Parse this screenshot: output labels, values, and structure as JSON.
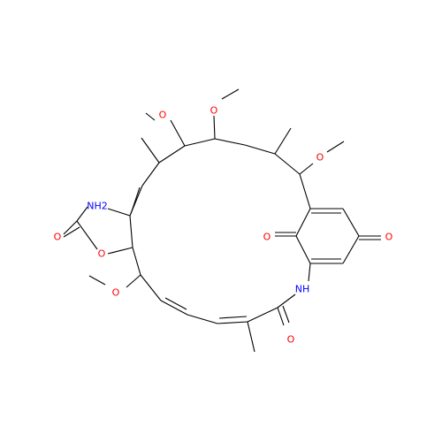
{
  "molecule": {
    "atoms": [
      {
        "id": "O_ome1",
        "label": "O",
        "color": "#ff0000"
      },
      {
        "id": "O_ome2",
        "label": "O",
        "color": "#ff0000"
      },
      {
        "id": "O_ome3",
        "label": "O",
        "color": "#ff0000"
      },
      {
        "id": "N_carbamate",
        "label": "NH2",
        "color": "#0000ff"
      },
      {
        "id": "O_carbonyl_carbamate",
        "label": "O",
        "color": "#ff0000"
      },
      {
        "id": "O_ester",
        "label": "O",
        "color": "#ff0000"
      },
      {
        "id": "O_ome4",
        "label": "O",
        "color": "#ff0000"
      },
      {
        "id": "O_quinone_left",
        "label": "O",
        "color": "#ff0000"
      },
      {
        "id": "O_quinone_right",
        "label": "O",
        "color": "#ff0000"
      },
      {
        "id": "N_amide",
        "label": "NH",
        "color": "#0000ff"
      },
      {
        "id": "O_amide",
        "label": "O",
        "color": "#ff0000"
      }
    ]
  }
}
